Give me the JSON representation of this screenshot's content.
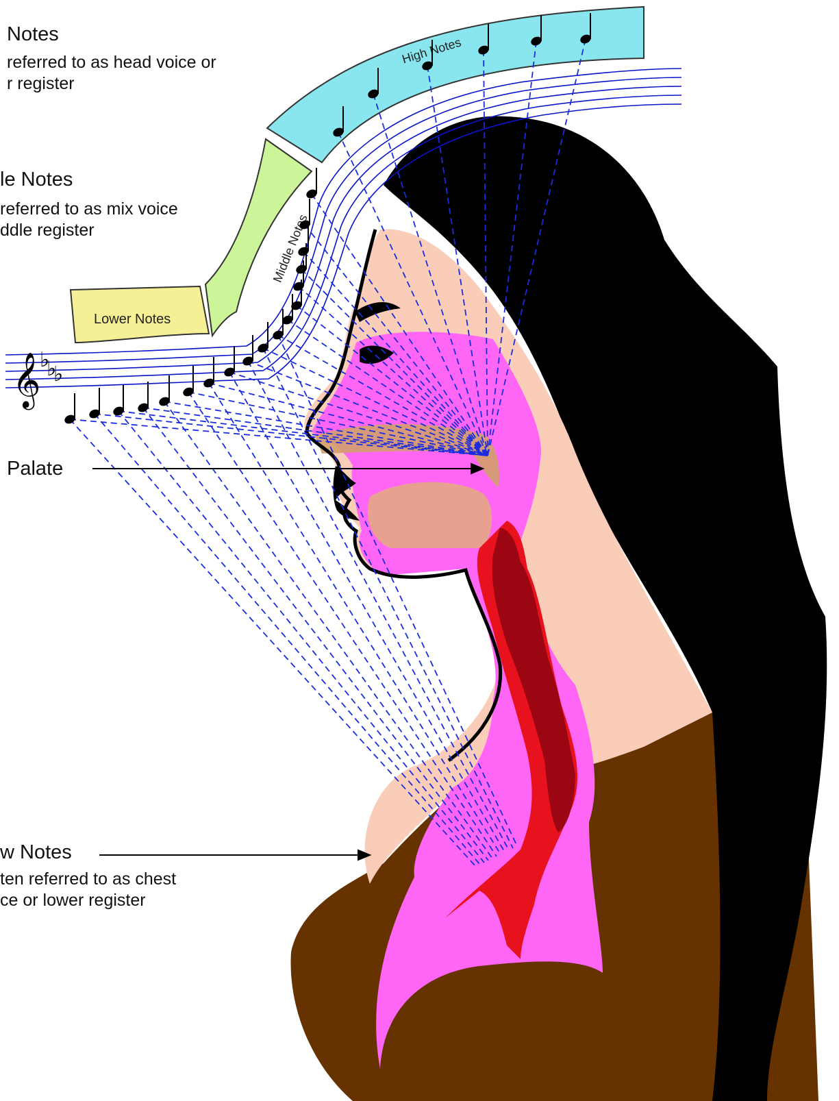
{
  "labels": {
    "high_title": "Notes",
    "high_desc_1": "referred to as head voice or",
    "high_desc_2": "r register",
    "middle_title": "le Notes",
    "middle_desc_1": "referred to as mix voice",
    "middle_desc_2": "ddle register",
    "palate": "Palate",
    "low_title": "w Notes",
    "low_desc_1": "ten referred to as chest",
    "low_desc_2": "ce or lower register"
  },
  "bands": {
    "high": "High Notes",
    "middle": "Middle Notes",
    "lower": "Lower Notes"
  },
  "colors": {
    "high_band": "#8ae6ee",
    "middle_band": "#cbf598",
    "lower_band": "#f5f096",
    "hair": "#000000",
    "skin": "#f9cdb8",
    "vocal_tract": "#ff66f5",
    "shirt": "#663300",
    "trachea": "#e8121e",
    "dark_red": "#9b0612",
    "staff": "#0a14c8",
    "resonance_lines": "#1a2ce0",
    "palate_tissue": "#d2a06e"
  },
  "icons": {
    "clef": "treble-clef-icon",
    "flats": "flat-icon"
  }
}
